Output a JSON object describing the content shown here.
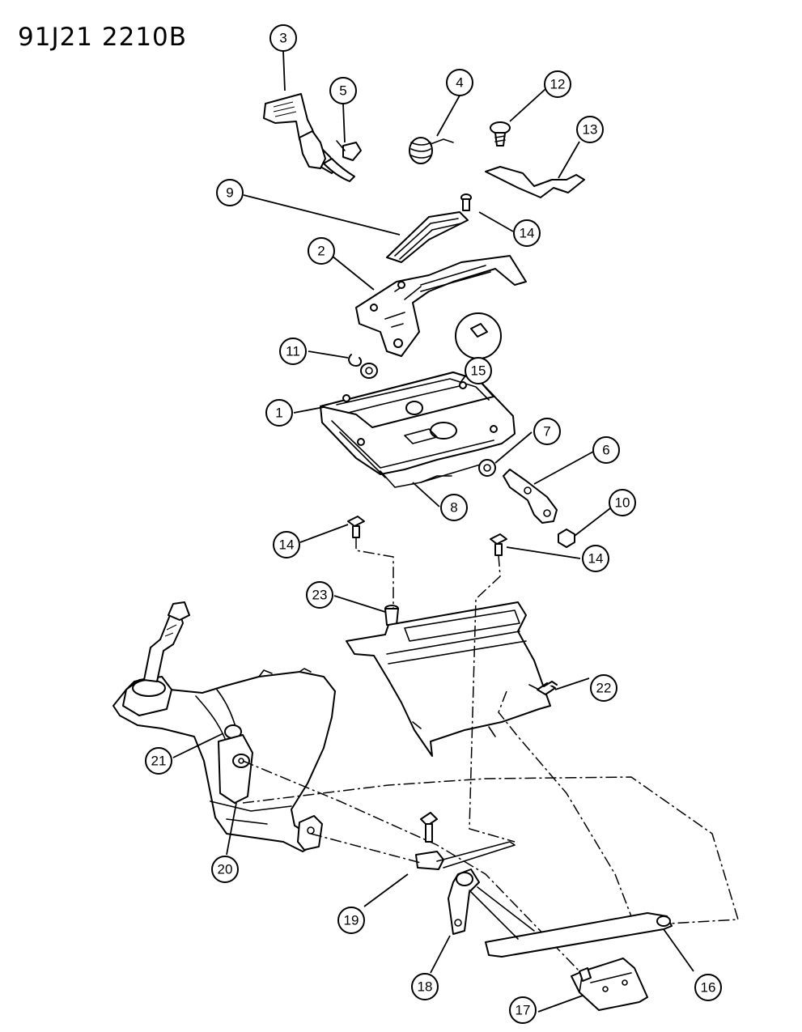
{
  "title": "91J21 2210B",
  "callouts": [
    {
      "id": "c1",
      "label": "1"
    },
    {
      "id": "c2",
      "label": "2"
    },
    {
      "id": "c3",
      "label": "3"
    },
    {
      "id": "c4",
      "label": "4"
    },
    {
      "id": "c5",
      "label": "5"
    },
    {
      "id": "c6",
      "label": "6"
    },
    {
      "id": "c7",
      "label": "7"
    },
    {
      "id": "c8",
      "label": "8"
    },
    {
      "id": "c9",
      "label": "9"
    },
    {
      "id": "c10",
      "label": "10"
    },
    {
      "id": "c11",
      "label": "11"
    },
    {
      "id": "c12",
      "label": "12"
    },
    {
      "id": "c13",
      "label": "13"
    },
    {
      "id": "c14a",
      "label": "14"
    },
    {
      "id": "c14b",
      "label": "14"
    },
    {
      "id": "c14c",
      "label": "14"
    },
    {
      "id": "c15",
      "label": "15"
    },
    {
      "id": "c16",
      "label": "16"
    },
    {
      "id": "c17",
      "label": "17"
    },
    {
      "id": "c18",
      "label": "18"
    },
    {
      "id": "c19",
      "label": "19"
    },
    {
      "id": "c20",
      "label": "20"
    },
    {
      "id": "c21",
      "label": "21"
    },
    {
      "id": "c22",
      "label": "22"
    },
    {
      "id": "c23",
      "label": "23"
    }
  ]
}
